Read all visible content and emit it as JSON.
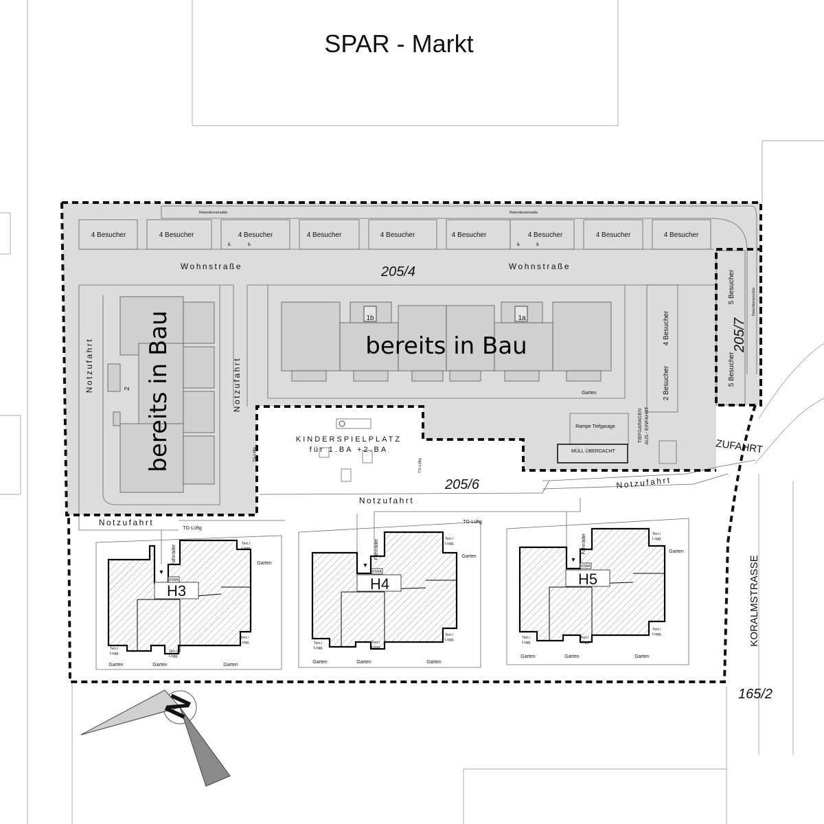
{
  "labels": {
    "spar": "SPAR - Markt",
    "bau_main": "bereits in Bau",
    "bau_left": "bereits in Bau",
    "parcel_2054": "205/4",
    "parcel_2056": "205/6",
    "parcel_2057": "205/7",
    "parcel_1652": "165/2",
    "wohnstrasse_1": "Wohnstraße",
    "wohnstrasse_2": "Wohnstraße",
    "retention_1": "Retentionsmulde",
    "retention_2": "Retentionsmulde",
    "retention_3": "Retentionsmulde",
    "notzufahrt_left": "Notzufahrt",
    "notzufahrt_mid": "Notzufahrt",
    "notzufahrt_bottom": "Notzufahrt",
    "notzufahrt_south": "Notzufahrt",
    "notzufahrt_right": "Notzufahrt",
    "building_1a": "1a",
    "building_1b": "1b",
    "building_2": "2",
    "kinderspielplatz": "KINDERSPIELPLATZ",
    "kinderspielplatz_sub": "für 1.BA +2.BA",
    "rampe": "Rampe Tiefgarage",
    "muell": "MÜLL ÜBERDACHT",
    "tiefgarage_1": "TIEFGARAGEN",
    "tiefgarage_2": "AUS.- EINFAHRT",
    "zufahrt": "ZUFAHRT",
    "koralmstrasse": "KORALMSTRASSE",
    "garten_top": "Garten",
    "tg_lueftung": "TG-Lüftg",
    "fahrraeder": "Fahrräder",
    "kiwa": "KIWA",
    "terr_1": "Terr./",
    "terr_2": "Logg.",
    "garten": "Garten",
    "besucher_2": "2 Besucher",
    "besucher_4": "4 Besucher",
    "besucher_5": "5 Besucher"
  },
  "parking_top": [
    "4 Besucher",
    "4 Besucher",
    "4 Besucher",
    "4 Besucher",
    "4 Besucher",
    "4 Besucher",
    "4 Besucher",
    "4 Besucher",
    "4 Besucher"
  ],
  "houses": [
    {
      "label": "H3",
      "garten": [
        "Garten",
        "Garten",
        "Garten",
        "Garten"
      ]
    },
    {
      "label": "H4",
      "garten": [
        "Garten",
        "Garten",
        "Garten",
        "Garten"
      ]
    },
    {
      "label": "H5",
      "garten": [
        "Garten",
        "Garten",
        "Garten",
        "Garten"
      ]
    }
  ],
  "compass": {
    "letter": "N",
    "icon": "north-arrow-icon"
  }
}
